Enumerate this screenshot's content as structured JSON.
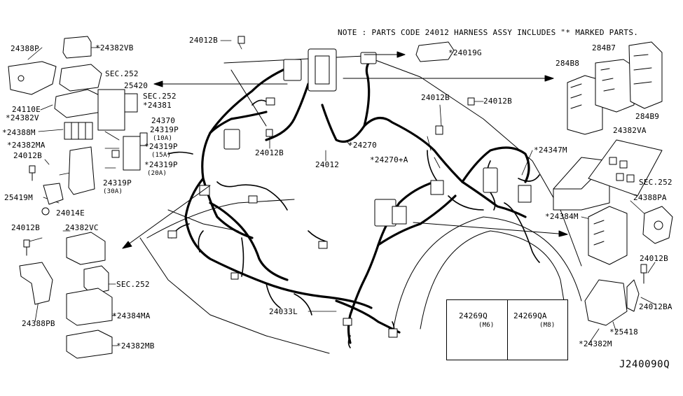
{
  "note": "NOTE : PARTS CODE 24012 HARNESS ASSY INCLUDES \"* MARKED PARTS.",
  "diagram_code": "J240090Q",
  "labels": {
    "l24388P": "24388P",
    "l24382VB": "*24382VB",
    "sec252a": "SEC.252",
    "l25420": "25420",
    "sec252b": "SEC.252",
    "l24381": "*24381",
    "l24110E": "24110E",
    "l24382V": "*24382V",
    "l24388M": "*24388M",
    "l24370": "24370",
    "l24319P_10": "24319P",
    "l10A": "(10A)",
    "l24319P_15": "*24319P",
    "l15A": "(15A)",
    "l24319P_20": "*24319P",
    "l20A": "(20A)",
    "l24319P_30": "24319P",
    "l30A": "(30A)",
    "l24382MA": "*24382MA",
    "l24012B_a": "24012B",
    "l25419M": "25419M",
    "l24014E": "24014E",
    "l24012B_top": "24012B",
    "l24012B_mid": "24012B",
    "l24012": "24012",
    "l24270": "*24270",
    "l24270A": "*24270+A",
    "l24019G": "*24019G",
    "l24012B_r1": "24012B",
    "l24012B_r2": "24012B",
    "l284B8": "284B8",
    "l284B7": "284B7",
    "l284B9": "284B9",
    "l24382VA": "24382VA",
    "l24347M": "*24347M",
    "sec252c": "SEC.252",
    "l24388PA": "24388PA",
    "l24384M": "*24384M",
    "l24012B_r3": "24012B",
    "l24012BA": "24012BA",
    "l25418": "*25418",
    "l24382M": "*24382M",
    "l24012B_left": "24012B",
    "l24382VC": "24382VC",
    "sec252d": "SEC.252",
    "l24388PB": "24388PB",
    "l24384MA": "*24384MA",
    "l24382MB": "*24382MB",
    "l24033L": "24033L"
  },
  "clip_box": {
    "left_code": "24269Q",
    "left_size": "(M6)",
    "right_code": "24269QA",
    "right_size": "(M8)"
  }
}
